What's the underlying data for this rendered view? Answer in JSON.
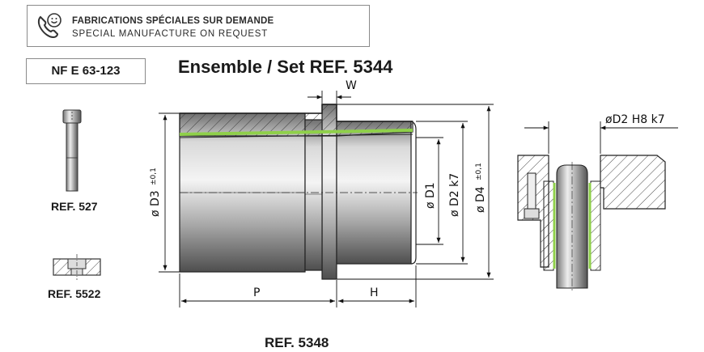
{
  "banner": {
    "line1": "FABRICATIONS SPÉCIALES SUR DEMANDE",
    "line2": "SPECIAL MANUFACTURE ON REQUEST",
    "icon": "phone-smiley-icon"
  },
  "norm": "NF E 63-123",
  "title": "Ensemble / Set  REF. 5344",
  "refs": {
    "screw": "REF. 527",
    "washer": "REF. 5522",
    "bushing": "REF. 5348"
  },
  "dimensions": {
    "w": "W",
    "p": "P",
    "h": "H",
    "d1": "ø D1",
    "d2": "ø D2 k7",
    "d3": "ø D3",
    "d3_tol": "±0,1",
    "d4": "ø D4",
    "d4_tol": "±0,1",
    "bore": "øD2 H8 k7"
  },
  "colors": {
    "accent_green": "#8fd04a",
    "line": "#222222",
    "frame": "#8a8a8a"
  }
}
